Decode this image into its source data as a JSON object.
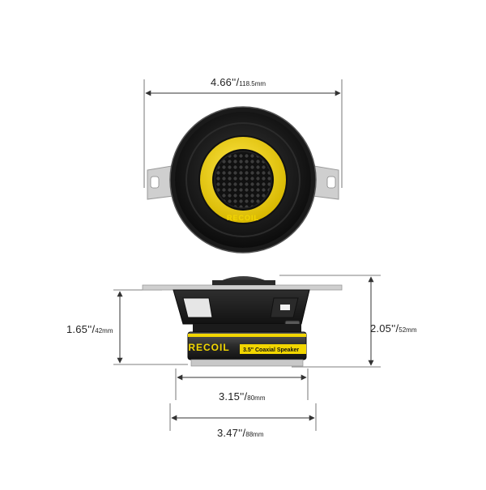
{
  "dimensions": {
    "overall_width": {
      "inches": "4.66''",
      "mm": "118.5mm"
    },
    "mount_depth": {
      "inches": "1.65''",
      "mm": "42mm"
    },
    "total_height": {
      "inches": "2.05''",
      "mm": "52mm"
    },
    "magnet_diameter": {
      "inches": "3.15''",
      "mm": "80mm"
    },
    "basket_diameter": {
      "inches": "3.47''",
      "mm": "88mm"
    }
  },
  "product": {
    "brand_logo": "RECOIL",
    "side_label": "3.5\" Coaxial Speaker"
  },
  "colors": {
    "accent_yellow": "#f2d600",
    "black": "#151515",
    "frame_gray": "#c9c9c9",
    "line": "#333333"
  }
}
